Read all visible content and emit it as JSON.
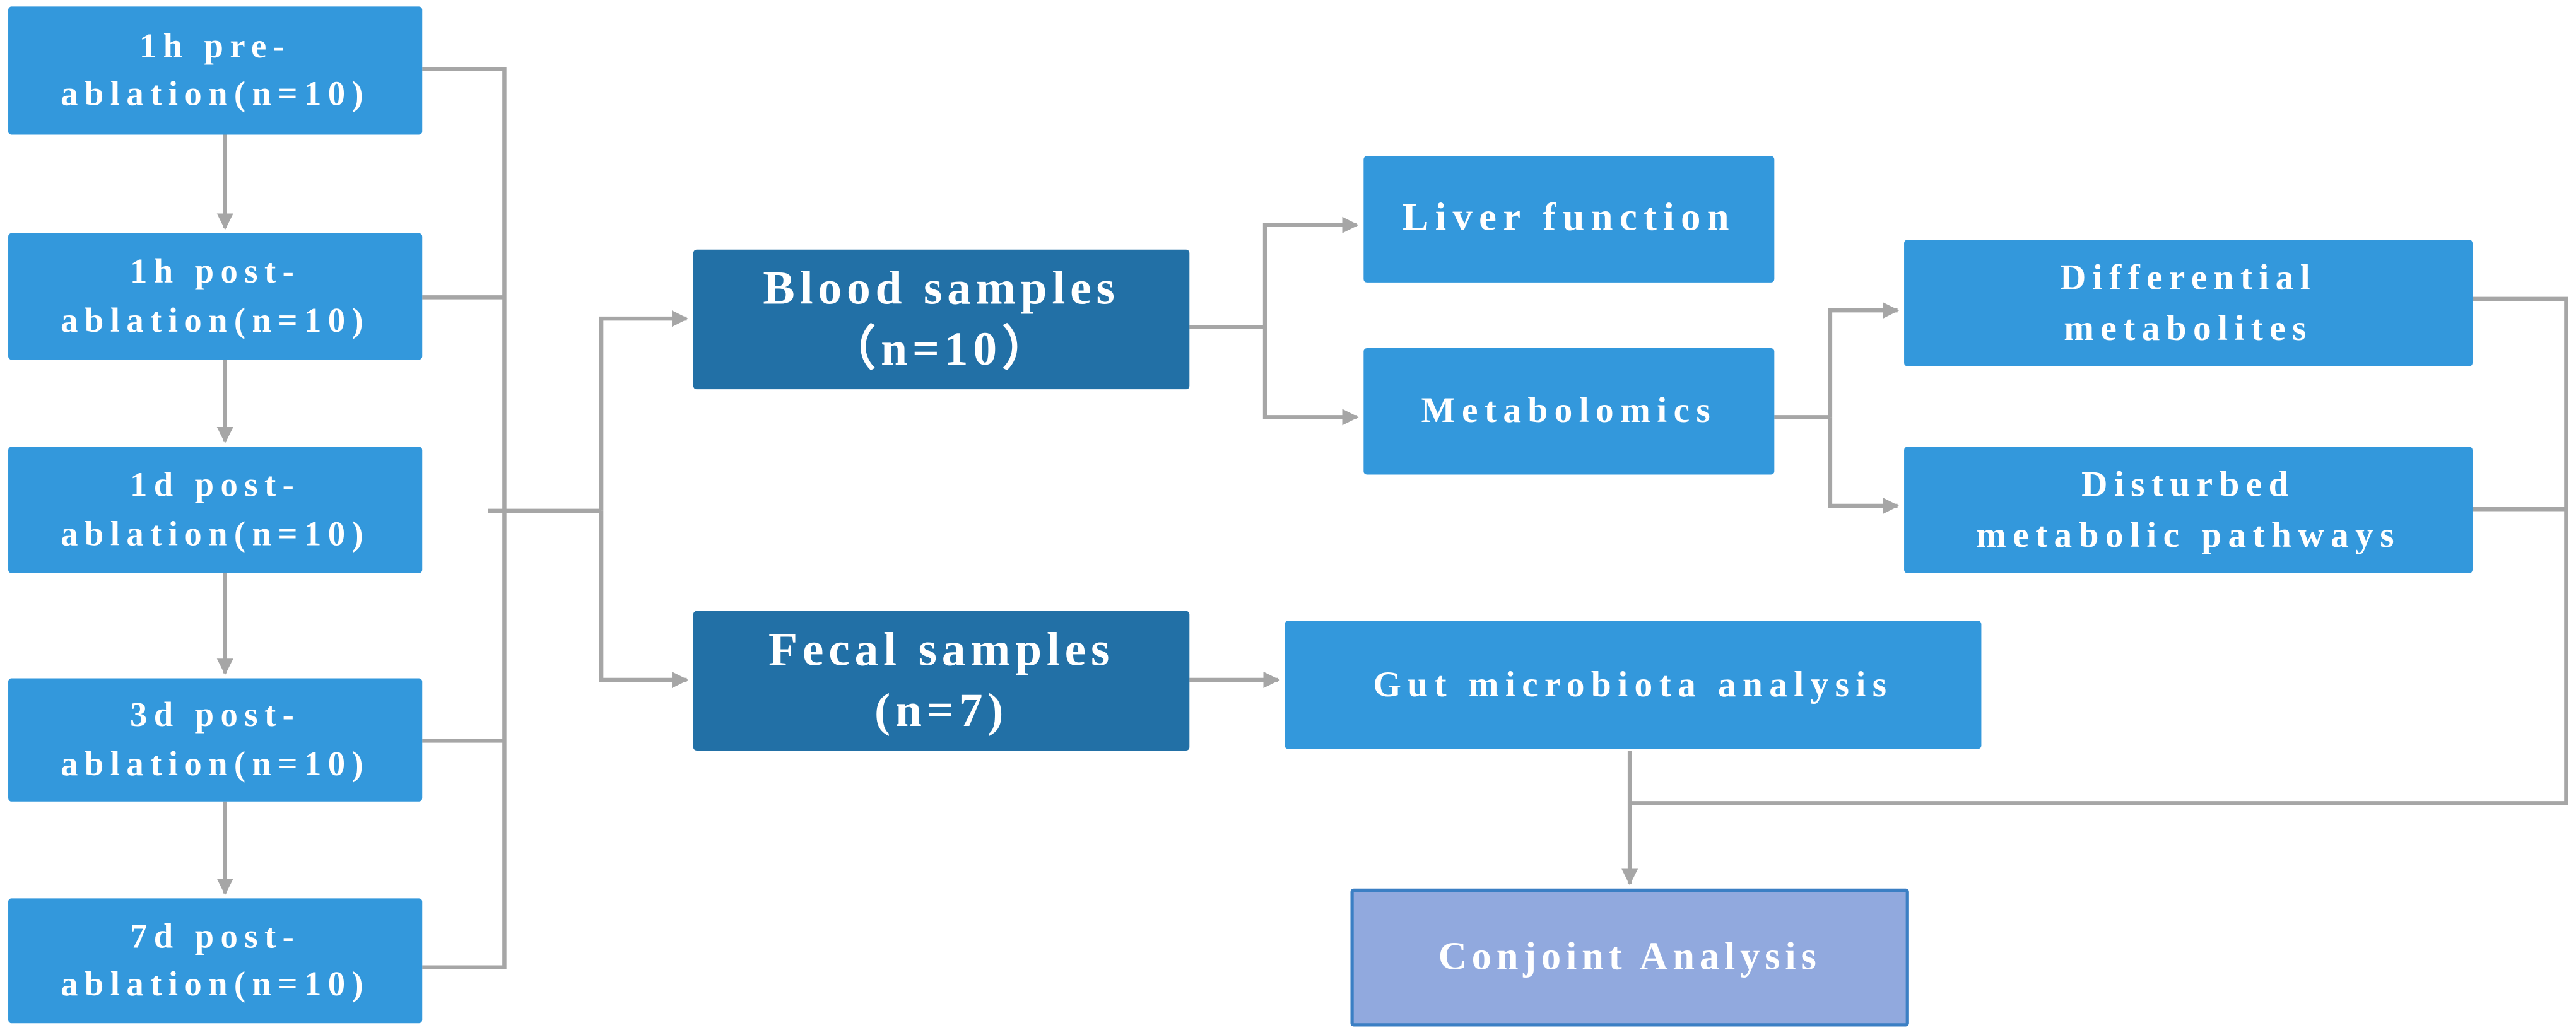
{
  "timepoints": [
    {
      "line1": "1h pre-",
      "line2": "ablation(n=10)"
    },
    {
      "line1": "1h post-",
      "line2": "ablation(n=10)"
    },
    {
      "line1": "1d post-",
      "line2": "ablation(n=10)"
    },
    {
      "line1": "3d post-",
      "line2": "ablation(n=10)"
    },
    {
      "line1": "7d post-",
      "line2": "ablation(n=10)"
    }
  ],
  "blood": {
    "line1": "Blood samples",
    "line2": "（n=10）"
  },
  "fecal": {
    "line1": "Fecal samples",
    "line2": "(n=7)"
  },
  "liver_function": "Liver function",
  "metabolomics": "Metabolomics",
  "differential": {
    "line1": "Differential",
    "line2": "metabolites"
  },
  "disturbed": {
    "line1": "Disturbed",
    "line2": "metabolic pathways"
  },
  "gut": "Gut microbiota analysis",
  "conjoint": "Conjoint Analysis",
  "colors": {
    "light_box": "#3398dc",
    "dark_box": "#2270a6",
    "conjoint_box": "#91a9de",
    "connector": "#a6a6a6"
  }
}
